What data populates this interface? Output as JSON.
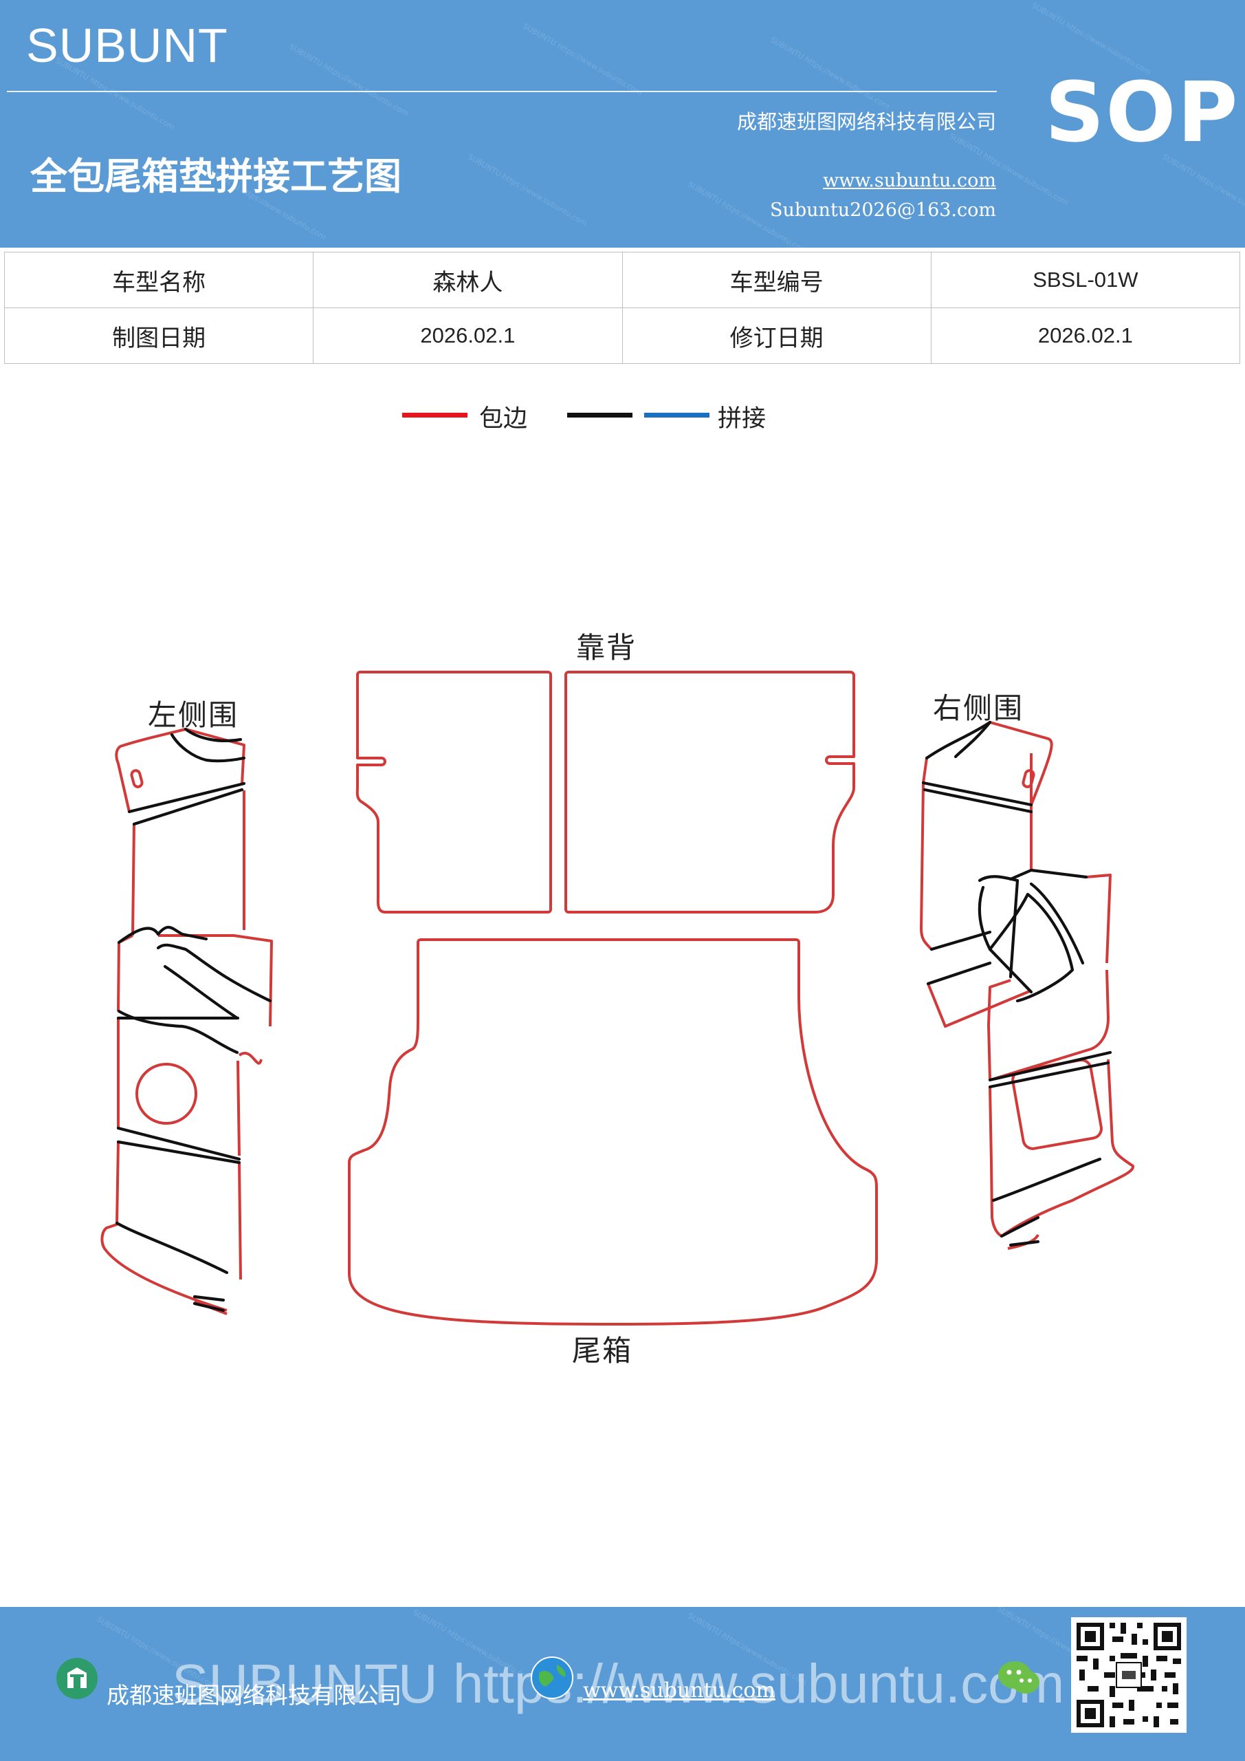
{
  "header": {
    "brand": "SUBUNT",
    "title": "全包尾箱垫拼接工艺图",
    "company": "成都速班图网络科技有限公司",
    "website": "www.subuntu.com",
    "email": "Subuntu2026@163.com",
    "badge": "SOP",
    "background_color": "#5b9bd5"
  },
  "info_table": {
    "rows": [
      [
        "车型名称",
        "森林人",
        "车型编号",
        "SBSL-01W"
      ],
      [
        "制图日期",
        "2026.02.1",
        "修订日期",
        "2026.02.1"
      ]
    ]
  },
  "legend": {
    "items": [
      {
        "label": "包边",
        "color": "#e8141c"
      },
      {
        "label": "",
        "color": "#111111"
      },
      {
        "label": "拼接",
        "color": "#1a6fc0"
      }
    ]
  },
  "diagram": {
    "labels": {
      "backrest": "靠背",
      "left_side": "左侧围",
      "right_side": "右侧围",
      "trunk": "尾箱"
    },
    "colors": {
      "edge": "#d23a3a",
      "seam": "#111111"
    }
  },
  "footer": {
    "company": "成都速班图网络科技有限公司",
    "website": "www.subuntu.com",
    "watermark": "SUBUNTU https://www.subuntu.com",
    "icons": [
      "building-icon",
      "globe-icon",
      "wechat-icon",
      "qr-code"
    ]
  }
}
